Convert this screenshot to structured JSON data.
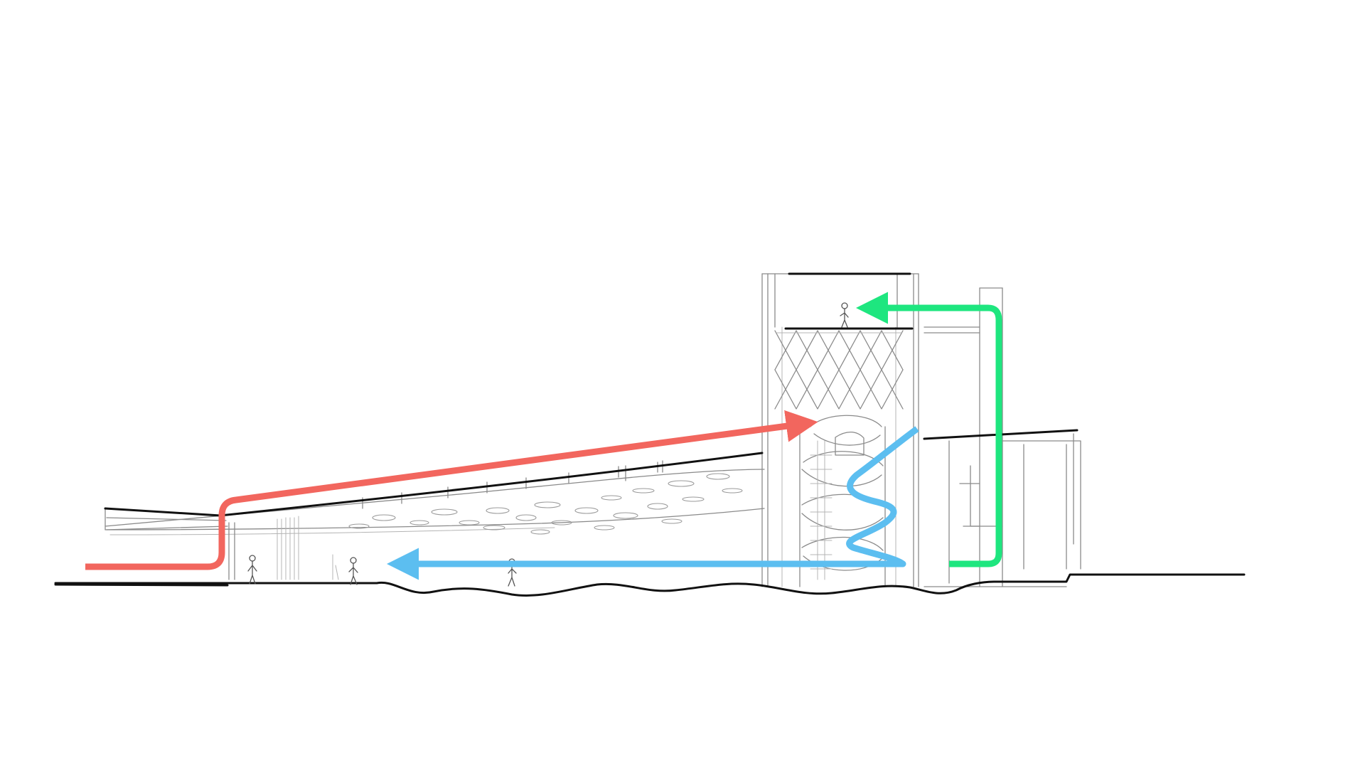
{
  "diagram": {
    "kind": "architectural-section-sketch",
    "colors": {
      "ground_line": "#111111",
      "sketch_line": "#8a8a8a",
      "red_route": "#f2665e",
      "blue_route": "#5cbef0",
      "green_route": "#1ee67f"
    },
    "routes": [
      {
        "id": "red",
        "color": "#f2665e",
        "direction": "up-ramp-into-tower"
      },
      {
        "id": "blue",
        "color": "#5cbef0",
        "direction": "spiral-down-then-left"
      },
      {
        "id": "green",
        "color": "#1ee67f",
        "direction": "up-shaft-to-top-floor"
      }
    ]
  }
}
